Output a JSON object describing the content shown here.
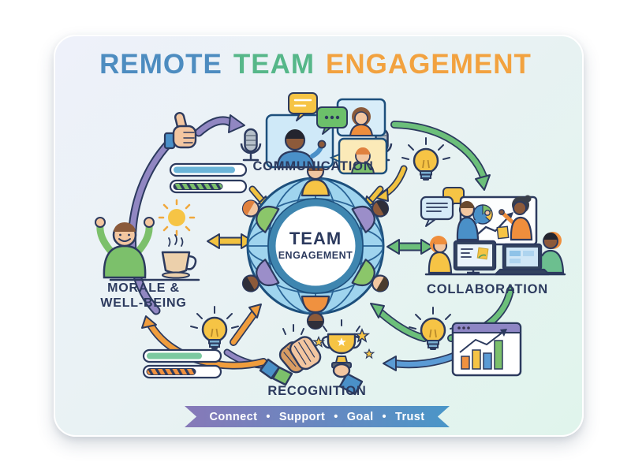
{
  "title": {
    "words": [
      {
        "text": "REMOTE",
        "color": "#4d8cc0"
      },
      {
        "text": "TEAM",
        "color": "#56b789"
      },
      {
        "text": "ENGAGEMENT",
        "color": "#f2a23f"
      }
    ]
  },
  "center": {
    "line1": "TEAM",
    "line2": "ENGAGEMENT"
  },
  "sections": {
    "communication": {
      "label": "COMMUNICATION",
      "icons": [
        "microphone-icon",
        "video-call-windows",
        "speech-bubble-lines",
        "speech-bubble-dots"
      ]
    },
    "collaboration": {
      "label": "COLLABORATION",
      "icons": [
        "whiteboard-with-pie-chart",
        "trend-arrow",
        "sticky-notes",
        "monitor-icon",
        "laptop-icon",
        "team-members"
      ]
    },
    "recognition": {
      "label": "RECOGNITION",
      "icons": [
        "clapping-hands",
        "trophy-icon",
        "star-icons"
      ]
    },
    "morale": {
      "label_line1": "MORALE &",
      "label_line2": "WELL-BEING",
      "icons": [
        "cheering-person",
        "sun-icon",
        "coffee-cup-icon"
      ]
    }
  },
  "hub": {
    "icons": [
      "globe-icon",
      "team-members-around-globe"
    ]
  },
  "decorations": {
    "icons": [
      "thumbs-up-icon",
      "progress-bars",
      "lightbulb-icon",
      "bar-chart-window",
      "cycle-arrows"
    ]
  },
  "ribbon": {
    "items": [
      "Connect",
      "Support",
      "Goal",
      "Trust"
    ],
    "separator": "•",
    "gradient": [
      "#8779b8",
      "#4a96c8"
    ]
  },
  "palette": {
    "navy": "#2c3a5e",
    "blue": "#4a90c8",
    "green": "#6cbf7a",
    "orange": "#f0913f",
    "yellow": "#f6c445",
    "purple": "#9187c2",
    "globe_blue": "#9fd4ee",
    "card_bg_start": "#eef1fa",
    "card_bg_end": "#e0f4ec"
  }
}
